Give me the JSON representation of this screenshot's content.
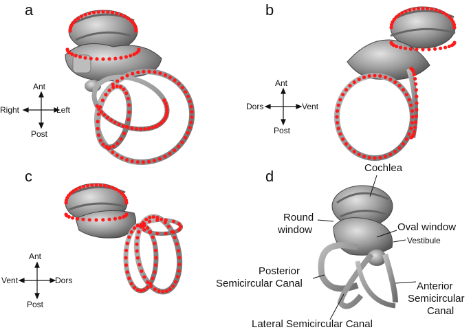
{
  "panels": {
    "a": {
      "letter": "a",
      "axes": {
        "up": "Ant",
        "down": "Post",
        "left": "Right",
        "right": "Left"
      }
    },
    "b": {
      "letter": "b",
      "axes": {
        "up": "Ant",
        "down": "Post",
        "left": "Dors",
        "right": "Vent"
      }
    },
    "c": {
      "letter": "c",
      "axes": {
        "up": "Ant",
        "down": "Post",
        "left": "Vent",
        "right": "Dors"
      }
    },
    "d": {
      "letter": "d",
      "labels": {
        "cochlea": "Cochlea",
        "round_window_1": "Round",
        "round_window_2": "window",
        "oval_window": "Oval window",
        "vestibule": "Vestibule",
        "posterior_1": "Posterior",
        "posterior_2": "Semicircular Canal",
        "anterior_1": "Anterior",
        "anterior_2": "Semicircular",
        "anterior_3": "Canal",
        "lateral": "Lateral Semicircular Canal"
      }
    }
  },
  "colors": {
    "bone": "#8f8f8f",
    "bone_light": "#c8c8c8",
    "bone_dark": "#5a5a5a",
    "landmark": "#ff1a1a"
  }
}
